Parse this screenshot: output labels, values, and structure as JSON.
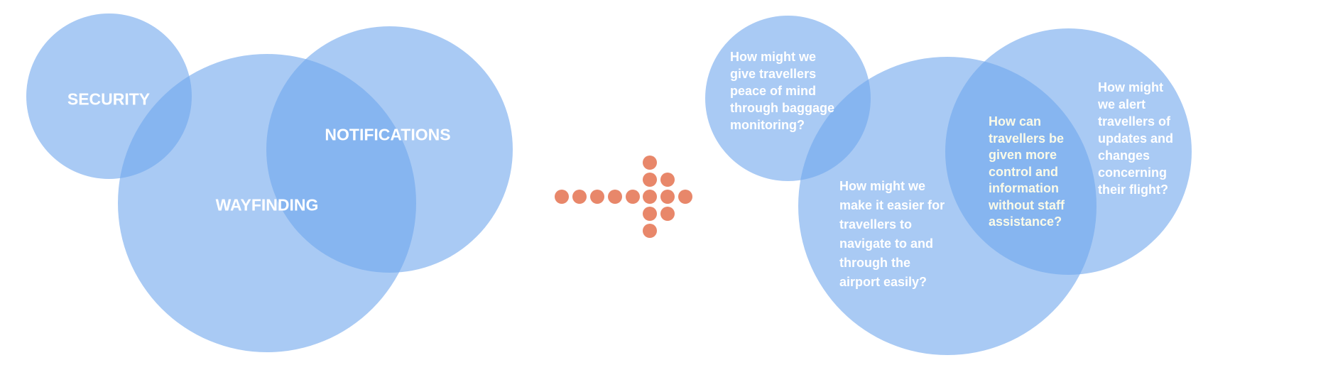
{
  "colors": {
    "bubble": "#6fa6ec",
    "arrow": "#e8876a",
    "text": "#ffffff"
  },
  "left_diagram": {
    "security": "SECURITY",
    "wayfinding": "WAYFINDING",
    "notifications": "NOTIFICATIONS"
  },
  "right_diagram": {
    "q_security": "How might we\ngive travellers\npeace of mind\nthrough baggage\nmonitoring?",
    "q_wayfinding": "How might we\nmake it easier for\ntravellers to\nnavigate to and\nthrough the\nairport easily?",
    "q_notifications": "How might\nwe alert\ntravellers of\nupdates and\nchanges\nconcerning\ntheir flight?",
    "q_overlap": "How can\ntravellers be\ngiven more\ncontrol and\ninformation\nwithout staff\nassistance?"
  },
  "arrow_icon": "dotted-right-arrow"
}
